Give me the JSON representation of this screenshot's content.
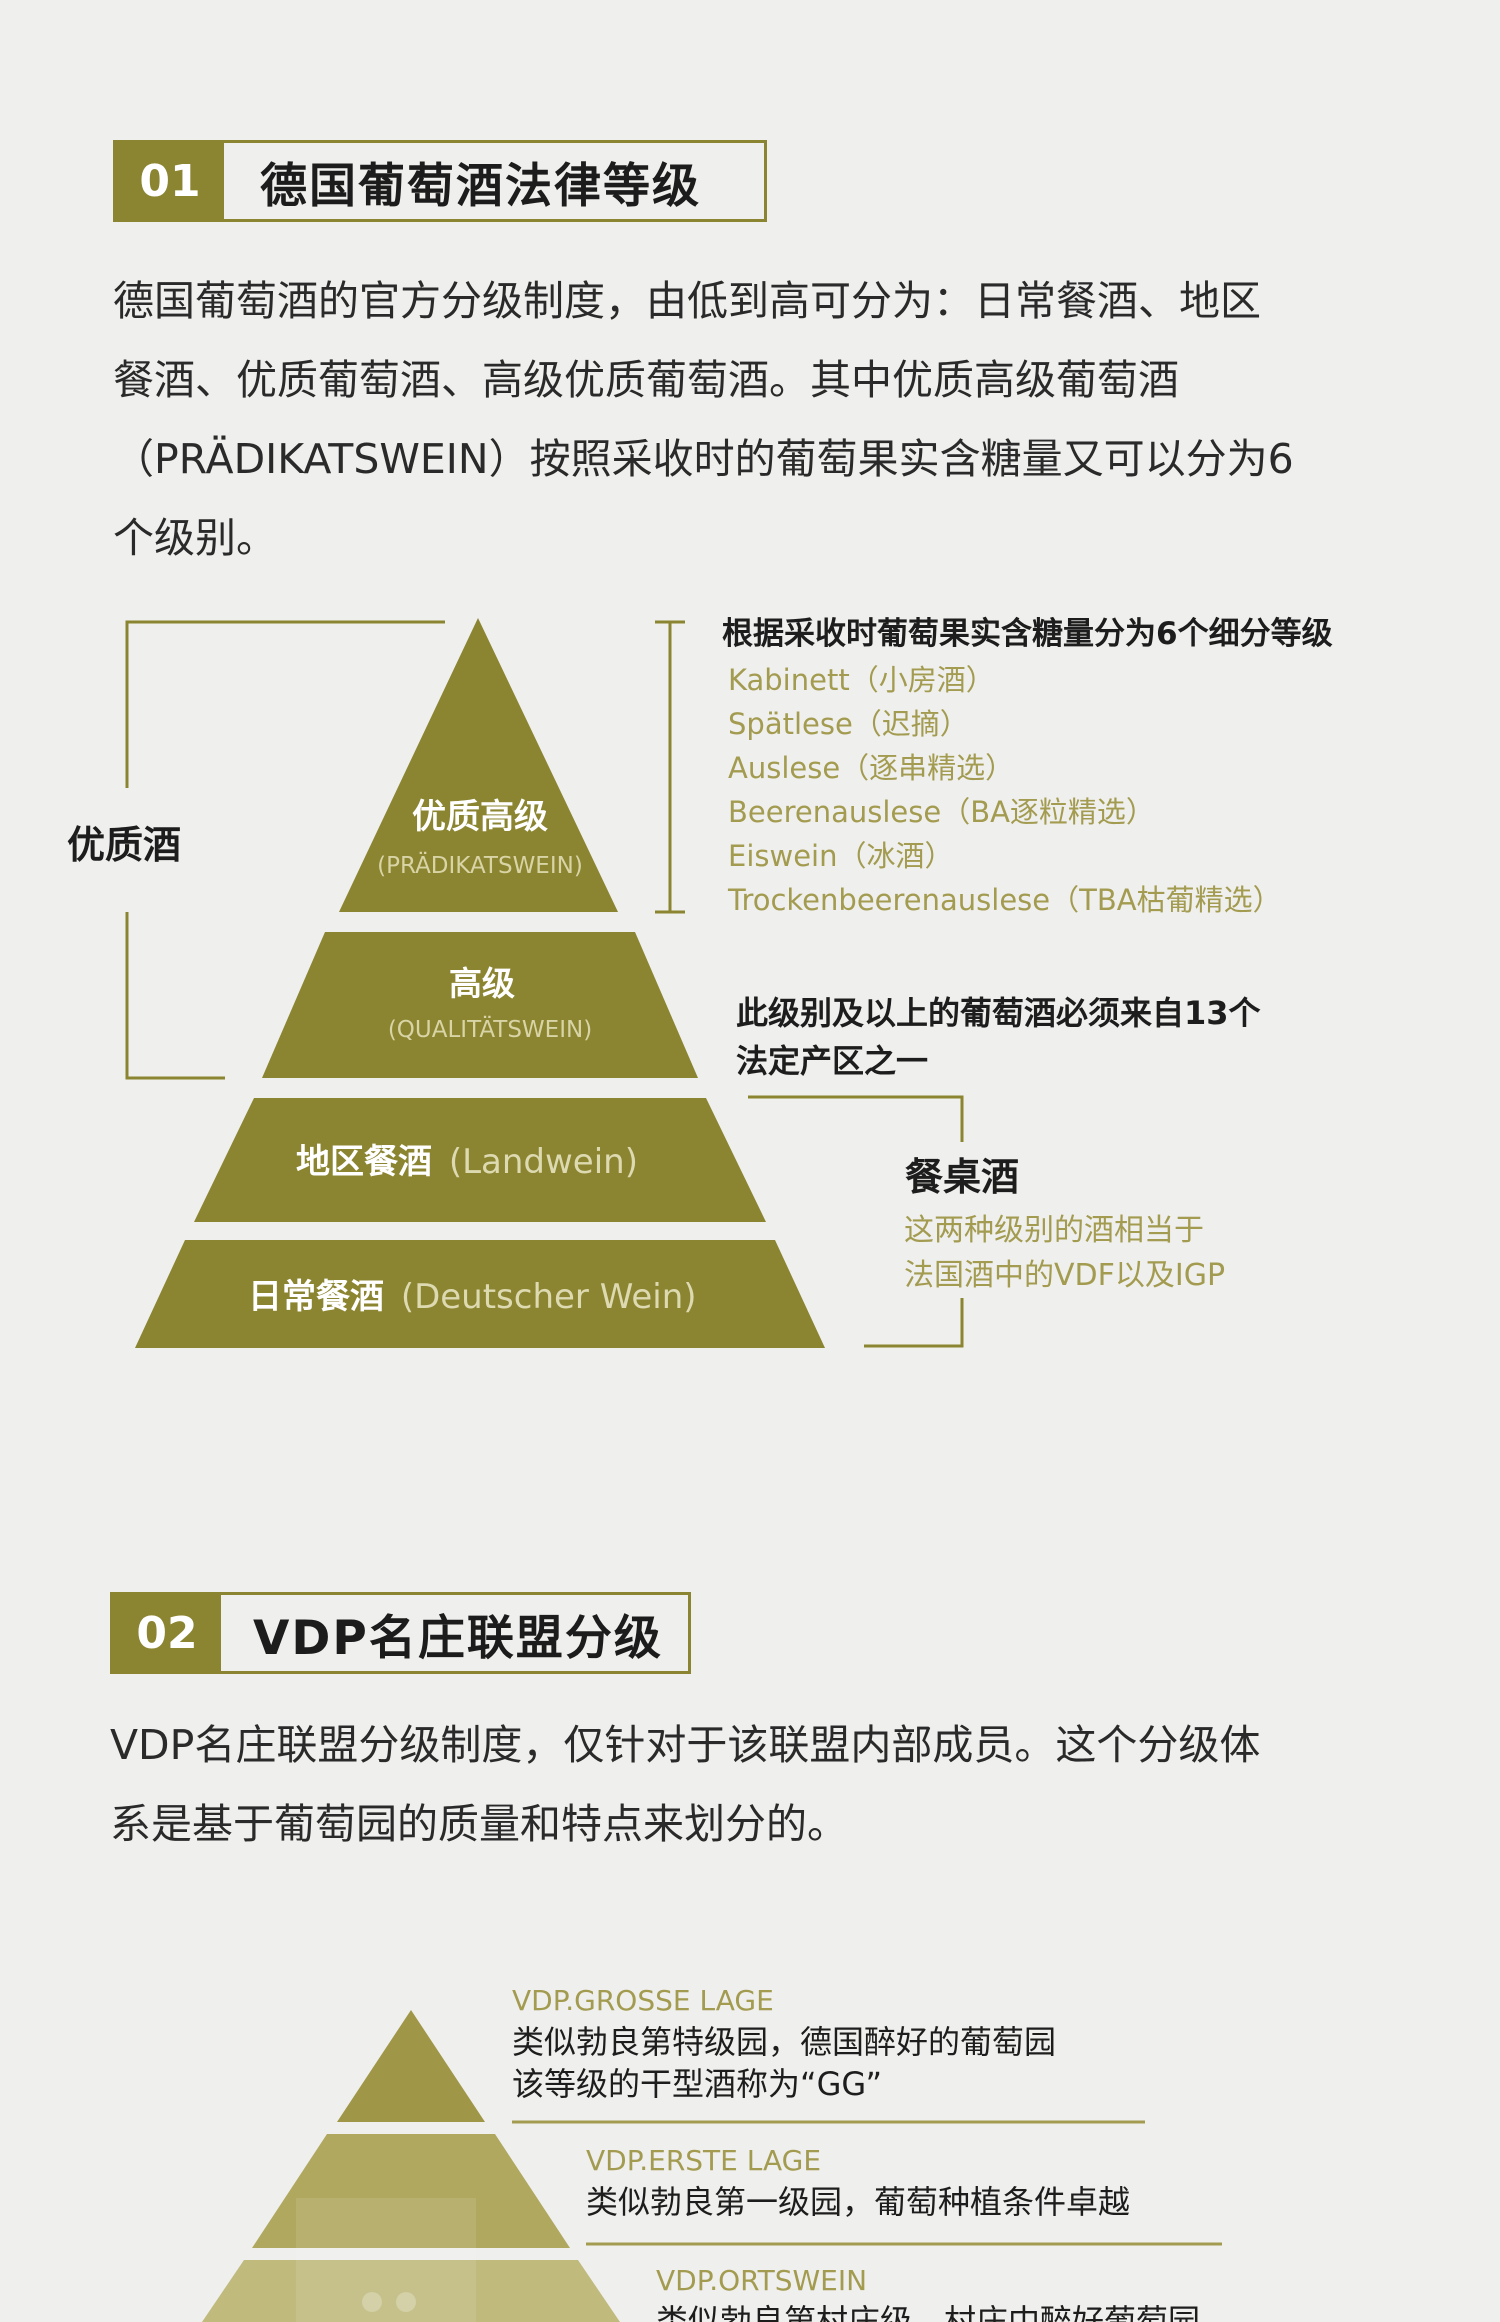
{
  "section1": {
    "number": "01",
    "title": "德国葡萄酒法律等级",
    "para_lines": [
      "德国葡萄酒的官方分级制度，由低到高可分为：日常餐酒、地区",
      "餐酒、优质葡萄酒、高级优质葡萄酒。其中优质高级葡萄酒",
      "（PRÄDIKATSWEIN）按照采收时的葡萄果实含糖量又可以分为6",
      "个级别。"
    ],
    "diagram": {
      "left_bracket_label": "优质酒",
      "tier1_title": "优质高级",
      "tier1_sub": "(PRÄDIKATSWEIN)",
      "tier2_title": "高级",
      "tier2_sub": "(QUALITÄTSWEIN)",
      "tier3_cn": "地区餐酒",
      "tier3_en": "(Landwein)",
      "tier4_cn": "日常餐酒",
      "tier4_en": "(Deutscher Wein)",
      "sugar_header": "根据采收时葡萄果实含糖量分为6个细分等级",
      "sugar_levels": [
        "Kabinett（小房酒）",
        "Spätlese（迟摘）",
        "Auslese（逐串精选）",
        "Beerenauslese（BA逐粒精选）",
        "Eiswein（冰酒）",
        "Trockenbeerenauslese（TBA枯葡精选）"
      ],
      "region_note_line1": "此级别及以上的葡萄酒必须来自13个",
      "region_note_line2": "法定产区之一",
      "table_wine_title": "餐桌酒",
      "table_wine_line1": "这两种级别的酒相当于",
      "table_wine_line2": "法国酒中的VDF以及IGP"
    }
  },
  "section2": {
    "number": "02",
    "title": "VDP名庄联盟分级",
    "para_lines": [
      "VDP名庄联盟分级制度，仅针对于该联盟内部成员。这个分级体",
      "系是基于葡萄园的质量和特点来划分的。"
    ],
    "diagram": {
      "level1_name": "VDP.GROSSE LAGE",
      "level1_line1": "类似勃良第特级园，德国醉好的葡萄园",
      "level1_line2": "该等级的干型酒称为“GG”",
      "level2_name": "VDP.ERSTE LAGE",
      "level2_line1": "类似勃良第一级园，葡萄种植条件卓越",
      "level3_name": "VDP.ORTSWEIN",
      "level3_line1": "类似勃良第村庄级，村庄中醉好葡萄园"
    }
  },
  "colors": {
    "olive": "#8b8430",
    "olive_light": "#a39b50",
    "background": "#efefed"
  }
}
